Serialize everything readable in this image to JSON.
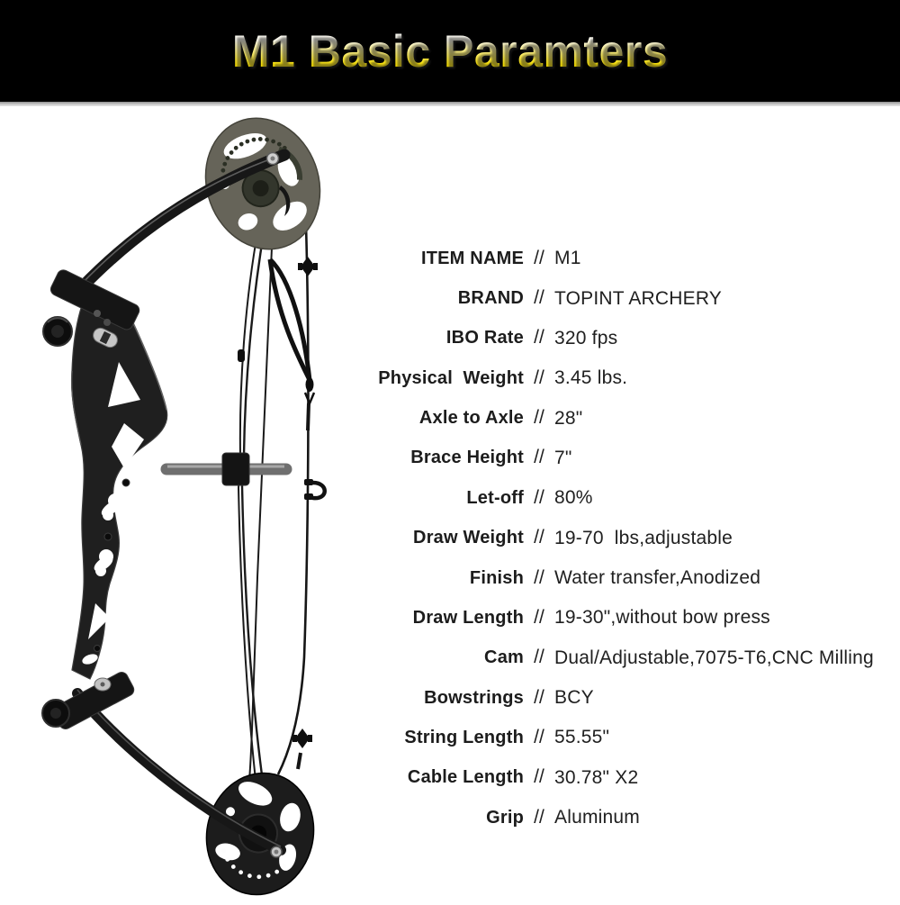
{
  "header": {
    "title": "M1 Basic Paramters",
    "background": "#000000",
    "title_color_top": "#ffffff",
    "title_color_bottom": "#ffe600"
  },
  "product_image": {
    "alt": "Black compound bow shown in side profile with dual cams, cables, D-loop, string dampers and stabilizer rod"
  },
  "specs": {
    "separator": "//",
    "rows": [
      {
        "label": "ITEM NAME",
        "value": "M1"
      },
      {
        "label": "BRAND",
        "value": "TOPINT ARCHERY"
      },
      {
        "label": "IBO Rate",
        "value": "320 fps"
      },
      {
        "label": "Physical  Weight",
        "value": "3.45 lbs."
      },
      {
        "label": "Axle to Axle",
        "value": "28\""
      },
      {
        "label": "Brace Height",
        "value": "7\""
      },
      {
        "label": "Let-off",
        "value": "80%"
      },
      {
        "label": "Draw Weight",
        "value": "19-70  lbs,adjustable"
      },
      {
        "label": "Finish",
        "value": "Water transfer,Anodized"
      },
      {
        "label": "Draw Length",
        "value": "19-30\",without bow press"
      },
      {
        "label": "Cam",
        "value": "Dual/Adjustable,7075-T6,CNC Milling"
      },
      {
        "label": "Bowstrings",
        "value": "BCY"
      },
      {
        "label": "String Length",
        "value": "55.55\""
      },
      {
        "label": "Cable Length",
        "value": "30.78\" X2"
      },
      {
        "label": "Grip",
        "value": "Aluminum"
      }
    ]
  }
}
